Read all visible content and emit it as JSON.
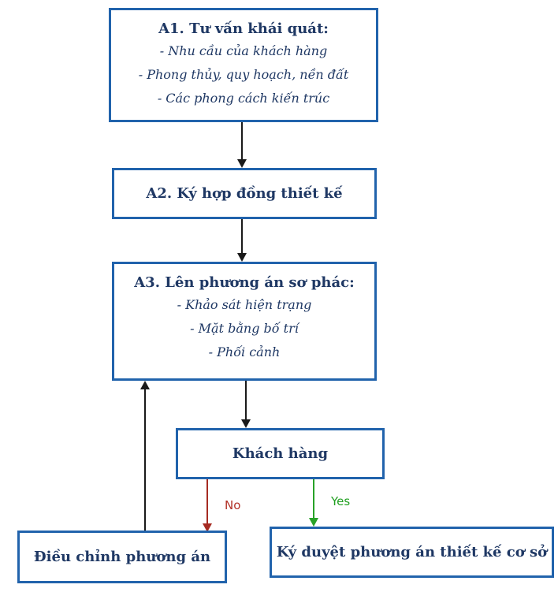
{
  "diagram": {
    "background": "#ffffff",
    "colors": {
      "box_border": "#2163ac",
      "box_text": "#1f3864",
      "arrow_default": "#1a1a1a",
      "arrow_no": "#a62b22",
      "arrow_yes": "#28a228"
    },
    "nodes": {
      "a1": {
        "title": "A1. Tư vấn khái quát:",
        "items": [
          "- Nhu cầu của khách hàng",
          "- Phong thủy, quy hoạch, nền đất",
          "- Các phong cách kiến trúc"
        ]
      },
      "a2": {
        "title": "A2. Ký hợp đồng thiết kế"
      },
      "a3": {
        "title": "A3. Lên phương án sơ phác:",
        "items": [
          "- Khảo sát hiện trạng",
          "- Mặt bằng bố trí",
          "- Phối cảnh"
        ]
      },
      "customer": {
        "title": "Khách hàng"
      },
      "adjust": {
        "title": "Điều chỉnh phương án"
      },
      "approve": {
        "title": "Ký duyệt phương án thiết kế cơ sở"
      }
    },
    "edges": {
      "no_label": "No",
      "yes_label": "Yes"
    }
  }
}
